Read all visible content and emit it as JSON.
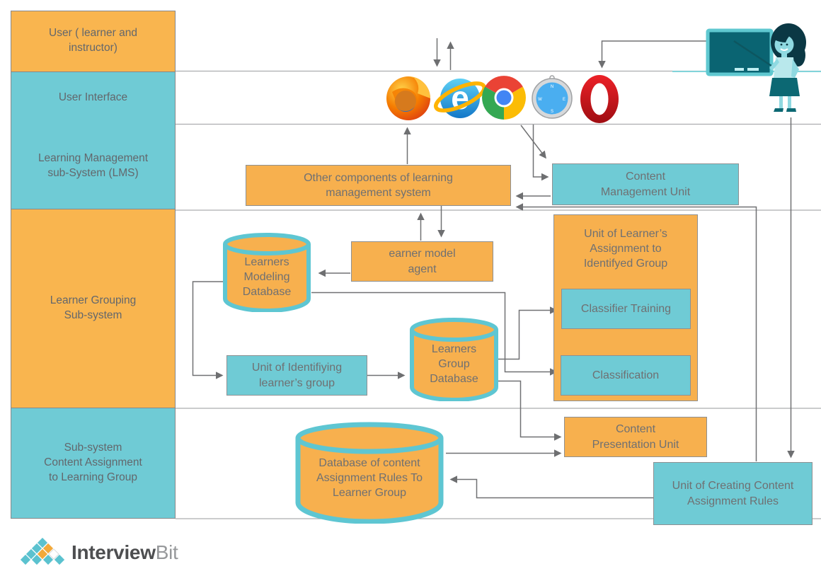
{
  "lanes": [
    {
      "label": "User ( learner and\ninstructor)"
    },
    {
      "label": "User Interface"
    },
    {
      "label": "Learning Management\nsub-System (LMS)"
    },
    {
      "label": "Learner Grouping\nSub-system"
    },
    {
      "label": "Sub-system\nContent Assignment\nto Learning Group"
    }
  ],
  "nodes": {
    "other_components": "Other components of learning\nmanagement system",
    "content_management_unit": "Content\nManagement Unit",
    "learner_model_agent": "earner model\nagent",
    "learners_modeling_database": "Learners\nModeling\nDatabase",
    "unit_identifying_group": "Unit of Identifiying\nlearner’s group",
    "learners_group_database": "Learners\nGroup\nDatabase",
    "assignment_unit_title": "Unit of Learner’s\nAssignment to\nIdentifyed Group",
    "classifier_training": "Classifier Training",
    "classification": "Classification",
    "content_presentation_unit": "Content\nPresentation Unit",
    "db_content_assignment_rules": "Database of content\nAssignment Rules To\nLearner Group",
    "unit_creating_rules": "Unit of Creating Content\nAssignment Rules"
  },
  "browsers": [
    "firefox",
    "internet-explorer",
    "chrome",
    "safari",
    "opera"
  ],
  "logo": {
    "primary": "Interview",
    "secondary": "Bit"
  },
  "colors": {
    "orange": "#f7b04e",
    "teal": "#6fcbd5",
    "cylinder_stroke": "#5ec6d2",
    "connector": "#707173",
    "lane_line": "#acadaf",
    "text": "#6f7072",
    "teacher_dark": "#0c6873",
    "teacher_skin": "#8fd9e1"
  }
}
